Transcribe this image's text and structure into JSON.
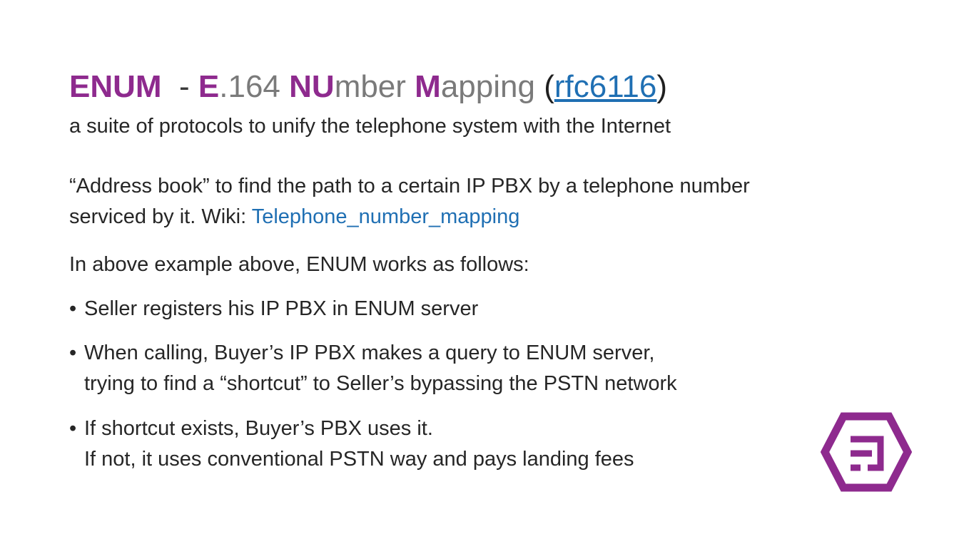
{
  "title": {
    "enum": "ENUM",
    "dash": "  - ",
    "e_letter": "E",
    "e_rest": ".164 ",
    "nu": "NU",
    "mber": "mber ",
    "m": "M",
    "apping": "apping ",
    "paren_open": "(",
    "rfc_link": "rfc6116",
    "paren_close": ")"
  },
  "subtitle": "a suite of protocols to unify the telephone system with the Internet",
  "paragraph": {
    "text": "“Address book” to find the path to a certain IP PBX by a telephone number serviced by it. Wiki: ",
    "link": "Telephone_number_mapping"
  },
  "intro": "In above example above, ENUM works as follows:",
  "bullets": [
    {
      "line1": "Seller registers his IP PBX in ENUM server",
      "line2": ""
    },
    {
      "line1": "When calling, Buyer’s IP PBX makes a query to ENUM server,",
      "line2": "trying to find a “shortcut” to Seller’s bypassing the PSTN network"
    },
    {
      "line1": "If shortcut exists, Buyer’s PBX uses it.",
      "line2": "If not, it uses conventional PSTN way and pays landing fees"
    }
  ],
  "bullet_char": "•",
  "logo": {
    "icon": "enum-hexagon-logo-icon",
    "color": "#8e2a8e"
  },
  "colors": {
    "accent": "#8e2a8e",
    "link": "#1f6fb3",
    "muted": "#7a7a7a"
  }
}
